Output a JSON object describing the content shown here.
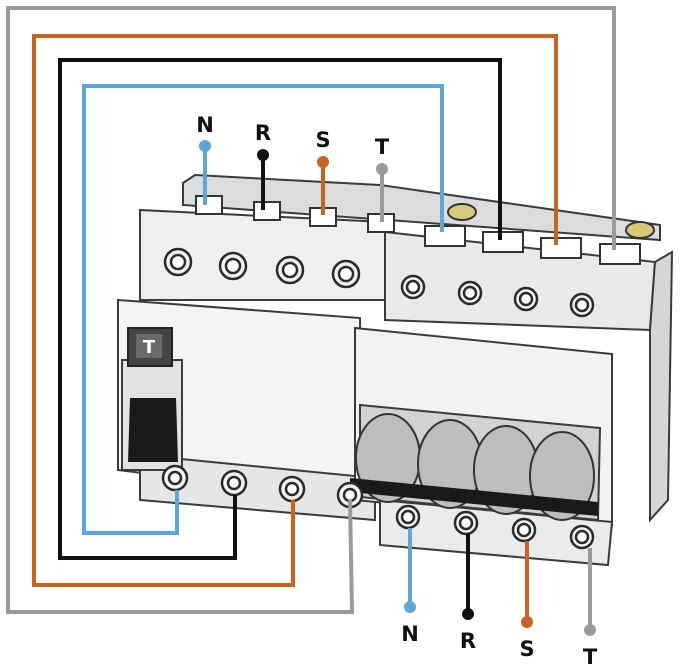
{
  "diagram": {
    "top_labels": [
      "N",
      "R",
      "S",
      "T"
    ],
    "bottom_labels": [
      "N",
      "R",
      "S",
      "T"
    ],
    "test_button_label": "T",
    "phase_colors": {
      "N": "#5aa7dc",
      "R": "#111111",
      "S": "#c8641e",
      "T": "#9a9a9a"
    }
  }
}
